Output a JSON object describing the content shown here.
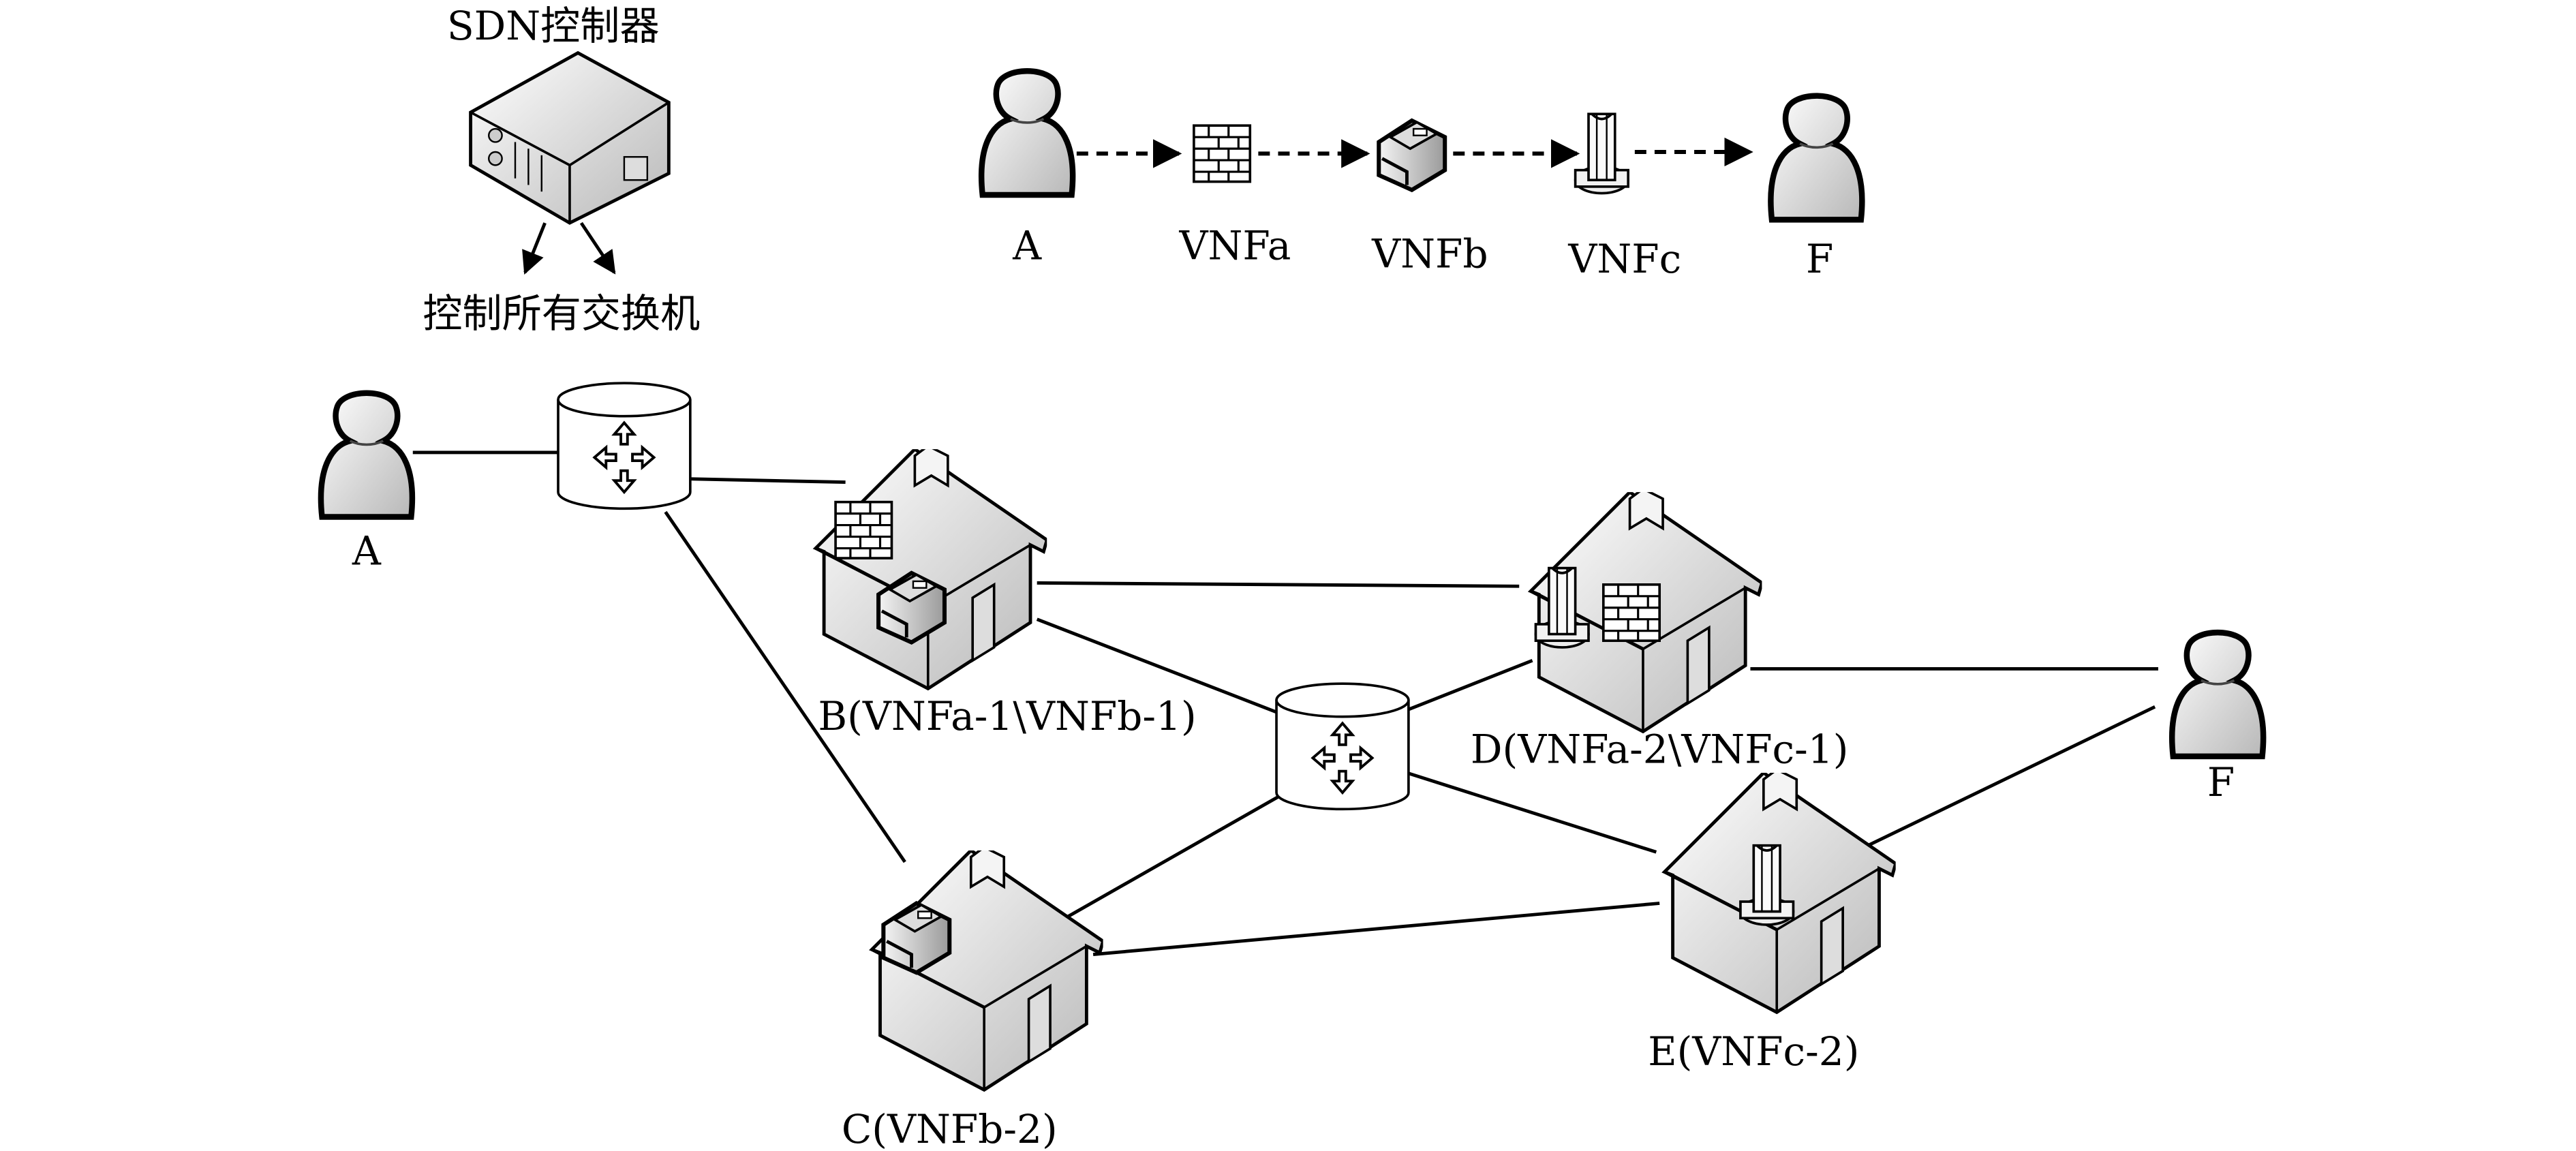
{
  "controller": {
    "title": "SDN控制器",
    "caption": "控制所有交换机",
    "icon": "server-icon"
  },
  "chain": {
    "nodes": [
      {
        "label": "A",
        "icon": "user-icon"
      },
      {
        "label": "VNFa",
        "icon": "firewall-icon"
      },
      {
        "label": "VNFb",
        "icon": "printer-icon"
      },
      {
        "label": "VNFc",
        "icon": "pillar-icon"
      },
      {
        "label": "F",
        "icon": "user-icon"
      }
    ],
    "edge_style": "dashed-arrow"
  },
  "network": {
    "endpoints": [
      {
        "id": "A",
        "label": "A"
      },
      {
        "id": "F",
        "label": "F"
      }
    ],
    "switches": [
      {
        "id": "S1",
        "icon": "router-icon"
      },
      {
        "id": "S2",
        "icon": "router-icon"
      }
    ],
    "hosts": [
      {
        "id": "B",
        "label": "B(VNFa-1\\VNFb-1)",
        "vnfs": [
          "firewall",
          "printer"
        ]
      },
      {
        "id": "D",
        "label": "D(VNFa-2\\VNFc-1)",
        "vnfs": [
          "pillar",
          "firewall"
        ]
      },
      {
        "id": "C",
        "label": "C(VNFb-2)",
        "vnfs": [
          "printer"
        ]
      },
      {
        "id": "E",
        "label": "E(VNFc-2)",
        "vnfs": [
          "pillar"
        ]
      }
    ],
    "links": [
      [
        "A",
        "S1"
      ],
      [
        "S1",
        "B"
      ],
      [
        "S1",
        "C"
      ],
      [
        "B",
        "D"
      ],
      [
        "B",
        "S2"
      ],
      [
        "S2",
        "D"
      ],
      [
        "D",
        "F"
      ],
      [
        "S2",
        "E"
      ],
      [
        "C",
        "S2"
      ],
      [
        "C",
        "E"
      ],
      [
        "E",
        "F"
      ]
    ]
  }
}
